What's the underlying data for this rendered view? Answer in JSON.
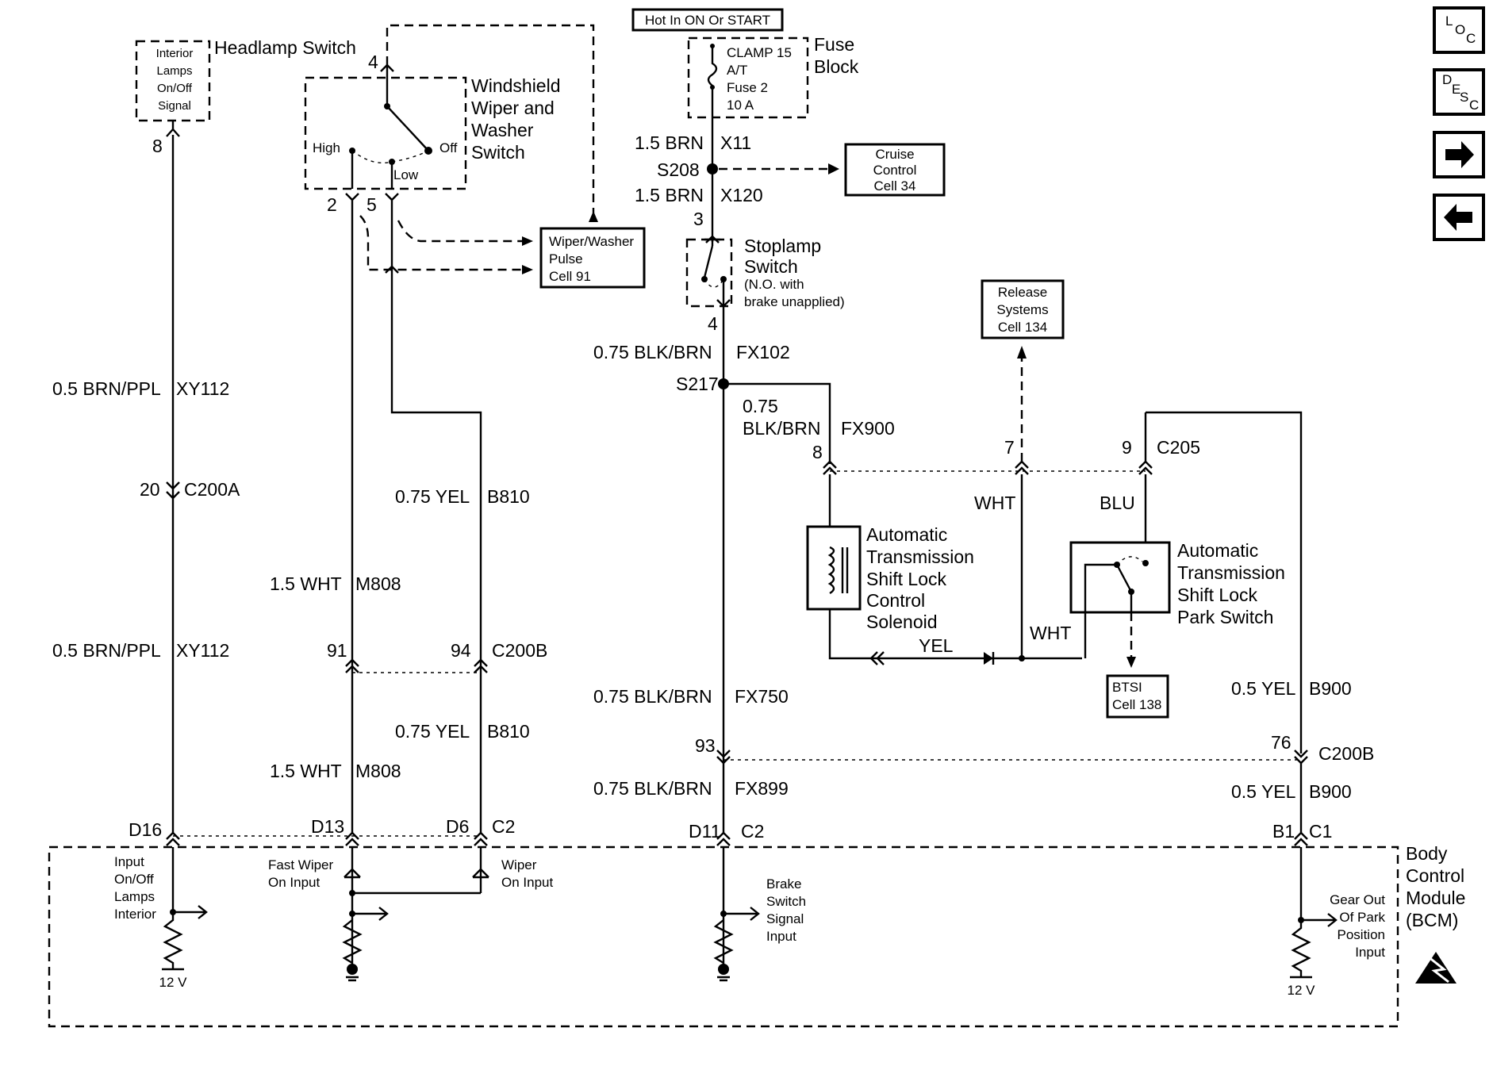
{
  "nav": {
    "loc": "LOC",
    "desc": "DESC"
  },
  "components": {
    "headlamp_switch": "Headlamp Switch",
    "interior_lamps_signal": [
      "Interior",
      "Lamps",
      "On/Off",
      "Signal"
    ],
    "wiper_switch": [
      "Windshield",
      "Wiper and",
      "Washer",
      "Switch"
    ],
    "wiper_positions": {
      "high": "High",
      "off": "Off",
      "low": "Low"
    },
    "hot_in": "Hot In ON Or START",
    "fuse_block": [
      "Fuse",
      "Block"
    ],
    "fuse_detail": [
      "CLAMP 15",
      "A/T",
      "Fuse 2",
      "10 A"
    ],
    "cruise_control_ref": [
      "Cruise",
      "Control",
      "Cell 34"
    ],
    "wiper_pulse_ref": [
      "Wiper/Washer",
      "Pulse",
      "Cell 91"
    ],
    "stoplamp_switch": [
      "Stoplamp",
      "Switch"
    ],
    "stoplamp_note": [
      "(N.O. with",
      "brake unapplied)"
    ],
    "release_systems_ref": [
      "Release",
      "Systems",
      "Cell 134"
    ],
    "solenoid": [
      "Automatic",
      "Transmission",
      "Shift Lock",
      "Control",
      "Solenoid"
    ],
    "park_switch": [
      "Automatic",
      "Transmission",
      "Shift Lock",
      "Park Switch"
    ],
    "btsi_ref": [
      "BTSI",
      "Cell 138"
    ],
    "bcm": [
      "Body",
      "Control",
      "Module",
      "(BCM)"
    ],
    "bcm_inputs": {
      "interior": [
        "Input",
        "On/Off",
        "Lamps",
        "Interior"
      ],
      "fast_wiper": [
        "Fast Wiper",
        "On Input"
      ],
      "wiper": [
        "Wiper",
        "On Input"
      ],
      "brake": [
        "Brake",
        "Switch",
        "Signal",
        "Input"
      ],
      "gear": [
        "Gear Out",
        "Of Park",
        "Position",
        "Input"
      ]
    },
    "voltage": "12 V"
  },
  "wires": {
    "w1": {
      "top_gauge": "0.5 BRN/PPL",
      "top_circuit": "XY112",
      "bottom_gauge": "0.5 BRN/PPL",
      "bottom_circuit": "XY112"
    },
    "w2": {
      "gauge": "1.5 WHT",
      "circuit": "M808",
      "gauge2": "1.5 WHT",
      "circuit2": "M808"
    },
    "w3": {
      "gauge": "0.75 YEL",
      "circuit": "B810",
      "gauge2": "0.75 YEL",
      "circuit2": "B810"
    },
    "w4": {
      "x11_gauge": "1.5 BRN",
      "x11": "X11",
      "splice1": "S208",
      "x120_gauge": "1.5 BRN",
      "x120": "X120",
      "fx102_gauge": "0.75 BLK/BRN",
      "fx102": "FX102",
      "splice2": "S217",
      "fx750_gauge": "0.75 BLK/BRN",
      "fx750": "FX750",
      "fx899_gauge": "0.75 BLK/BRN",
      "fx899": "FX899"
    },
    "fx900": {
      "gauge1": "0.75",
      "gauge2": "BLK/BRN",
      "circuit": "FX900"
    },
    "wht": "WHT",
    "blu": "BLU",
    "yel": "YEL",
    "b900": {
      "gauge": "0.5 YEL",
      "circuit": "B900",
      "gauge2": "0.5 YEL",
      "circuit2": "B900"
    }
  },
  "connectors": {
    "c200a": "C200A",
    "c200b": "C200B",
    "c205": "C205",
    "c2": "C2",
    "c1": "C1",
    "pin_8": "8",
    "pin_4": "4",
    "pin_2": "2",
    "pin_5": "5",
    "pin_20": "20",
    "pin_91": "91",
    "pin_94": "94",
    "pin_3": "3",
    "pin_4b": "4",
    "pin_8b": "8",
    "pin_7": "7",
    "pin_9": "9",
    "pin_93": "93",
    "pin_76": "76",
    "d16": "D16",
    "d13": "D13",
    "d6": "D6",
    "d11": "D11",
    "b1": "B1"
  }
}
